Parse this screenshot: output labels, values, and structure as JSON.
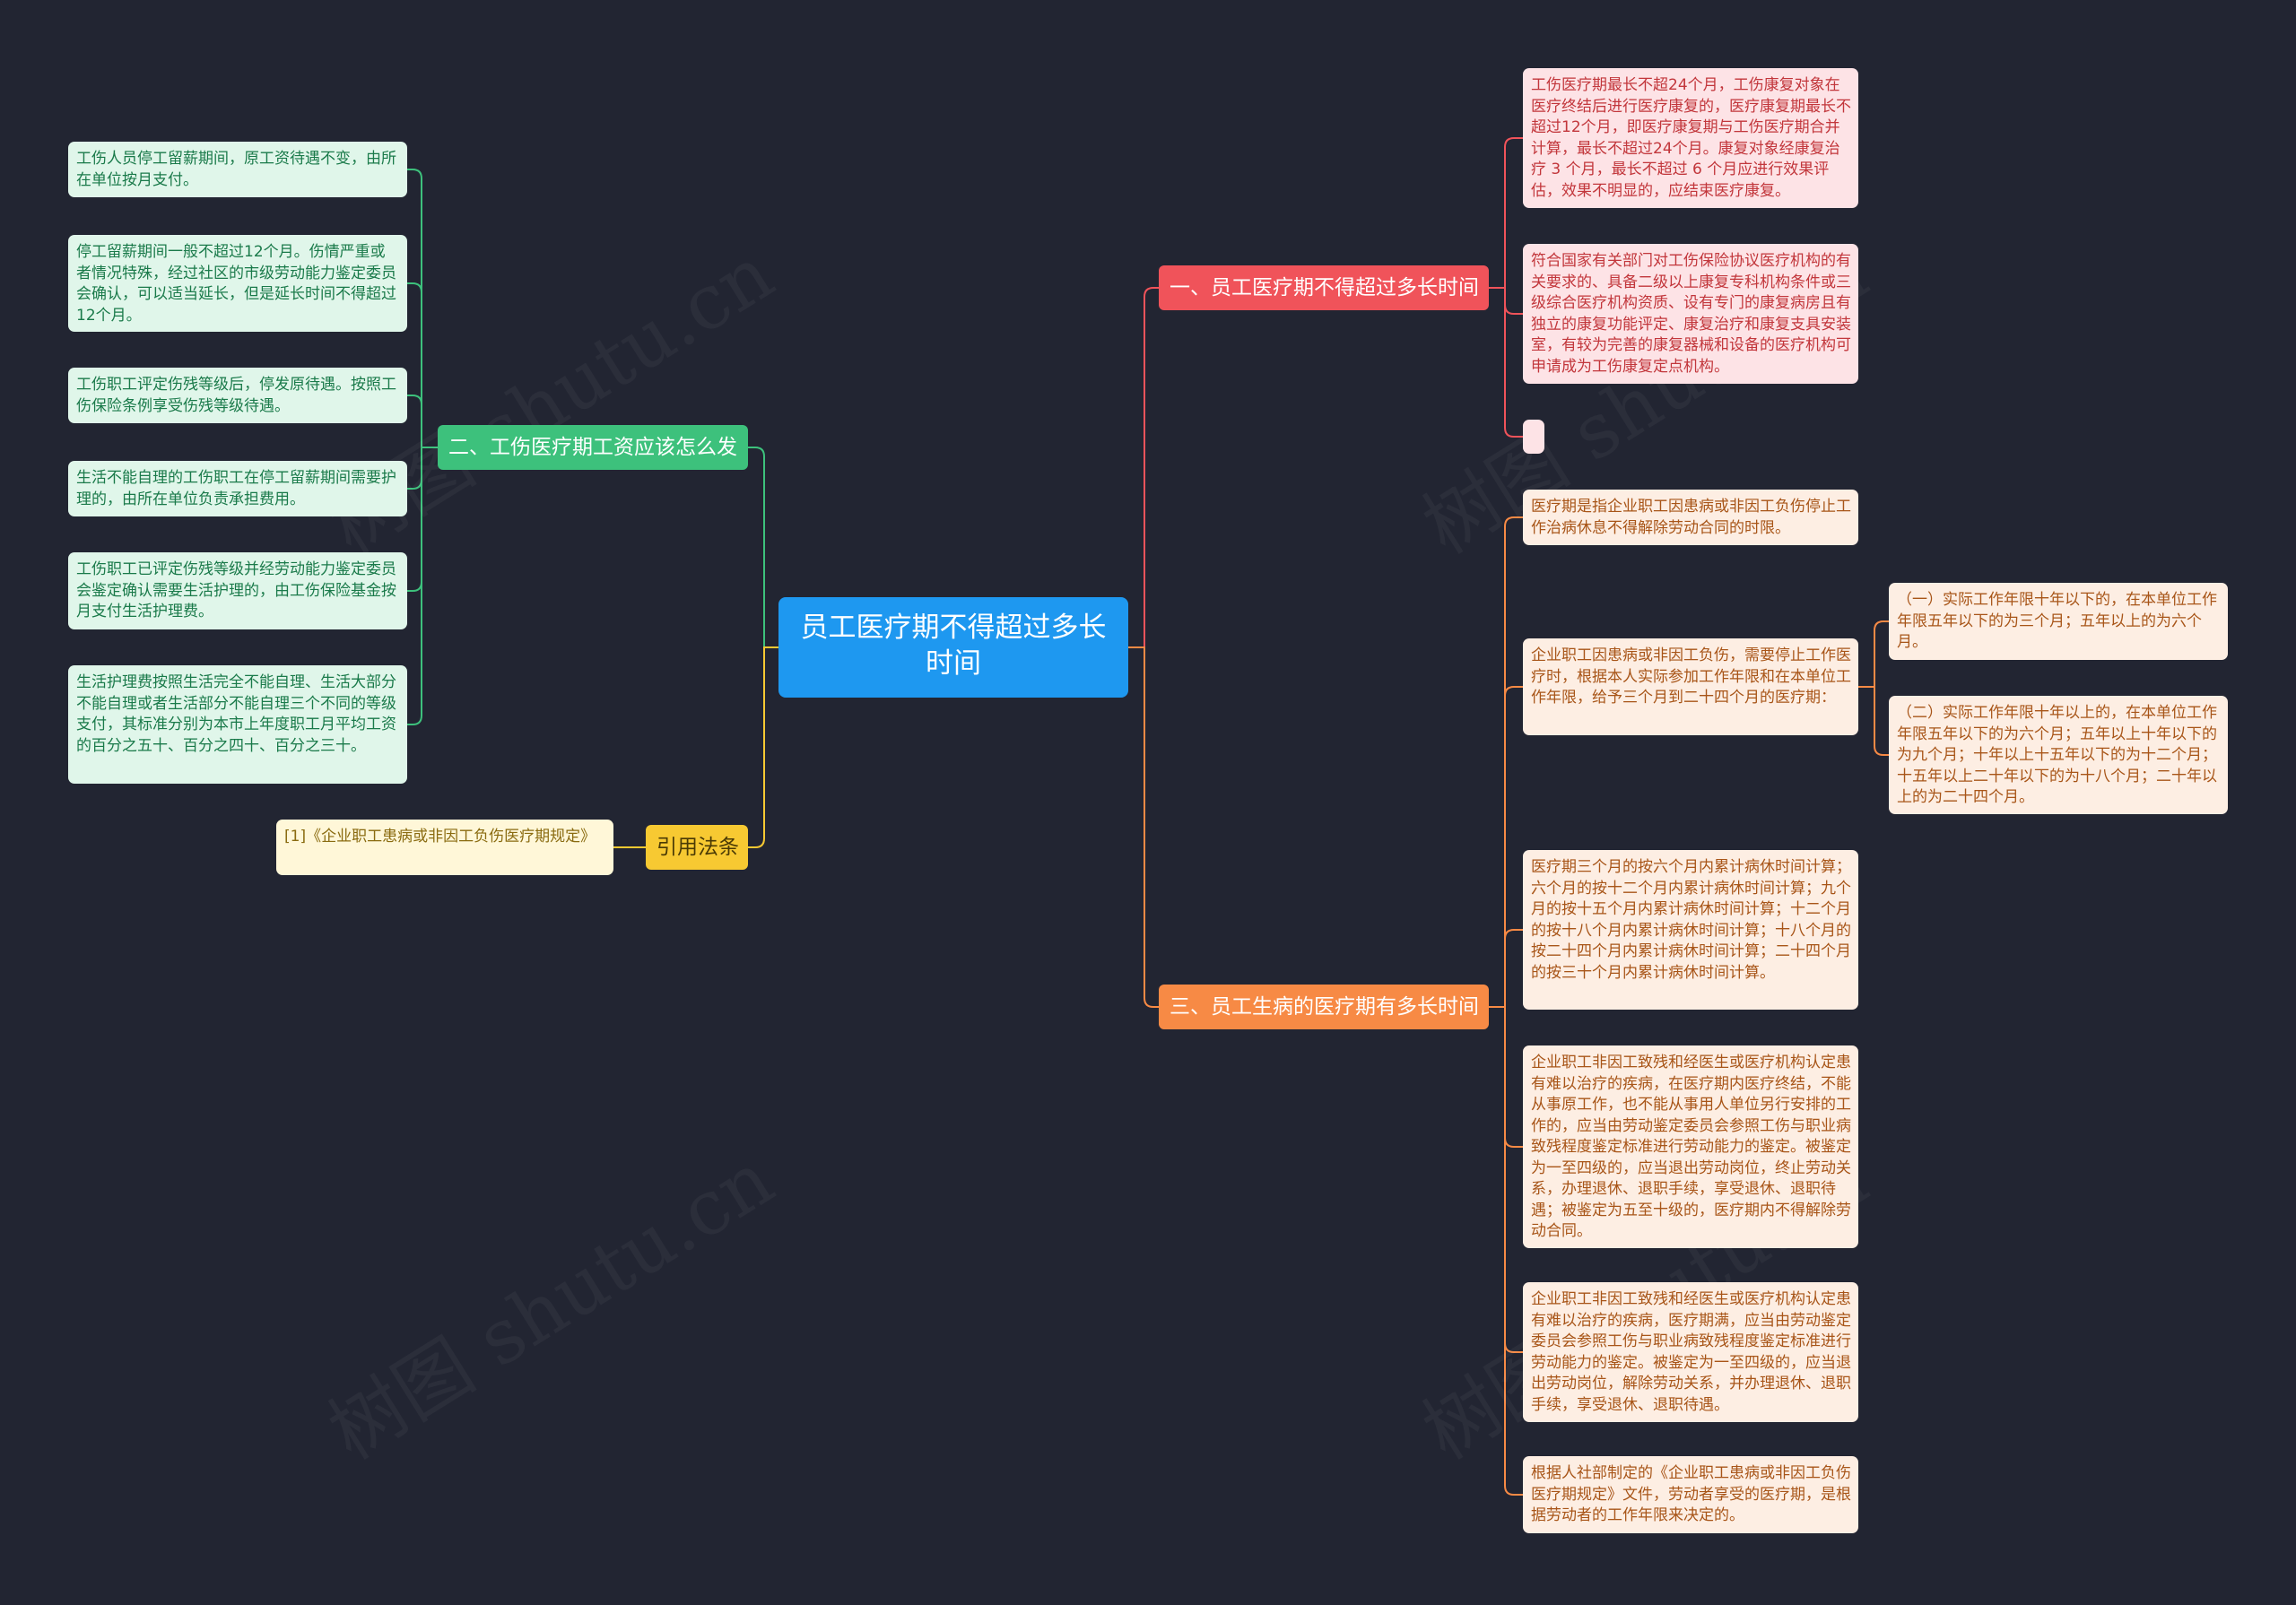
{
  "root": {
    "title": "员工医疗期不得超过多长时间"
  },
  "branches": {
    "b1": {
      "label": "一、员工医疗期不得超过多长时间"
    },
    "b2": {
      "label": "二、工伤医疗期工资应该怎么发"
    },
    "b3": {
      "label": "三、员工生病的医疗期有多长时间"
    },
    "b4": {
      "label": "引用法条"
    }
  },
  "leaves": {
    "r1": "工伤医疗期最长不超24个月，工伤康复对象在医疗终结后进行医疗康复的，医疗康复期最长不超过12个月，即医疗康复期与工伤医疗期合并计算，最长不超过24个月。康复对象经康复治疗 3 个月，最长不超过 6 个月应进行效果评估，效果不明显的，应结束医疗康复。",
    "r2": "符合国家有关部门对工伤保险协议医疗机构的有关要求的、具备二级以上康复专科机构条件或三级综合医疗机构资质、设有专门的康复病房且有独立的康复功能评定、康复治疗和康复支具安装室，有较为完善的康复器械和设备的医疗机构可申请成为工伤康复定点机构。",
    "r3": "",
    "g1": "工伤人员停工留薪期间，原工资待遇不变，由所在单位按月支付。",
    "g2": "停工留薪期间一般不超过12个月。伤情严重或者情况特殊，经过社区的市级劳动能力鉴定委员会确认，可以适当延长，但是延长时间不得超过12个月。",
    "g3": "工伤职工评定伤残等级后，停发原待遇。按照工伤保险条例享受伤残等级待遇。",
    "g4": "生活不能自理的工伤职工在停工留薪期间需要护理的，由所在单位负责承担费用。",
    "g5": "工伤职工已评定伤残等级并经劳动能力鉴定委员会鉴定确认需要生活护理的，由工伤保险基金按月支付生活护理费。",
    "g6": "生活护理费按照生活完全不能自理、生活大部分不能自理或者生活部分不能自理三个不同的等级支付，其标准分别为本市上年度职工月平均工资的百分之五十、百分之四十、百分之三十。",
    "o1": "医疗期是指企业职工因患病或非因工负伤停止工作治病休息不得解除劳动合同的时限。",
    "o2": "企业职工因患病或非因工负伤，需要停止工作医疗时，根据本人实际参加工作年限和在本单位工作年限，给予三个月到二十四个月的医疗期：",
    "o2a": "（一）实际工作年限十年以下的，在本单位工作年限五年以下的为三个月；五年以上的为六个月。",
    "o2b": "（二）实际工作年限十年以上的，在本单位工作年限五年以下的为六个月；五年以上十年以下的为九个月；十年以上十五年以下的为十二个月；十五年以上二十年以下的为十八个月；二十年以上的为二十四个月。",
    "o3": "医疗期三个月的按六个月内累计病休时间计算；六个月的按十二个月内累计病休时间计算；九个月的按十五个月内累计病休时间计算；十二个月的按十八个月内累计病休时间计算；十八个月的按二十四个月内累计病休时间计算；二十四个月的按三十个月内累计病休时间计算。",
    "o4": "企业职工非因工致残和经医生或医疗机构认定患有难以治疗的疾病，在医疗期内医疗终结，不能从事原工作，也不能从事用人单位另行安排的工作的，应当由劳动鉴定委员会参照工伤与职业病致残程度鉴定标准进行劳动能力的鉴定。被鉴定为一至四级的，应当退出劳动岗位，终止劳动关系，办理退休、退职手续，享受退休、退职待遇；被鉴定为五至十级的，医疗期内不得解除劳动合同。",
    "o5": "企业职工非因工致残和经医生或医疗机构认定患有难以治疗的疾病，医疗期满，应当由劳动鉴定委员会参照工伤与职业病致残程度鉴定标准进行劳动能力的鉴定。被鉴定为一至四级的，应当退出劳动岗位，解除劳动关系，并办理退休、退职手续，享受退休、退职待遇。",
    "o6": "根据人社部制定的《企业职工患病或非因工负伤医疗期规定》文件，劳动者享受的医疗期，是根据劳动者的工作年限来决定的。",
    "y1": "[1]《企业职工患病或非因工负伤医疗期规定》"
  },
  "watermark": {
    "text": "树图 shutu.cn"
  },
  "colors": {
    "background": "#222532",
    "root": "#1e98f0",
    "red": "#f0535a",
    "orange": "#f78a45",
    "green": "#3dc17c",
    "yellow": "#f7c932"
  }
}
